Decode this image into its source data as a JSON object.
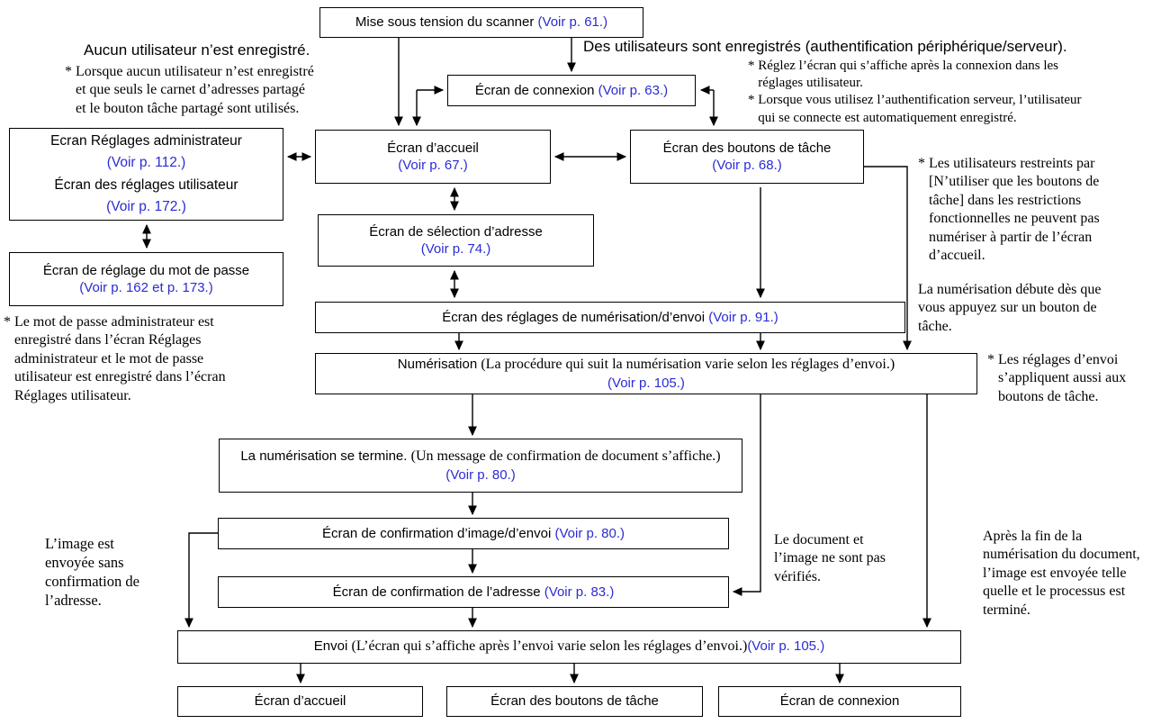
{
  "colors": {
    "ref_blue": "#2b2bd5",
    "line_black": "#000000",
    "background": "#ffffff"
  },
  "labels": {
    "no_user": "Aucun utilisateur n’est enregistré.",
    "users_registered": "Des utilisateurs sont enregistrés (authentification périphérique/serveur)."
  },
  "notes": {
    "no_user": [
      "* Lorsque aucun utilisateur n’est enregistré",
      "   et que seuls le carnet d’adresses partagé",
      "   et le bouton tâche partagé sont utilisés."
    ],
    "users_registered": [
      "* Réglez l’écran qui s’affiche après la connexion dans les",
      "   réglages utilisateur.",
      "* Lorsque vous utilisez l’authentification serveur, l’utilisateur",
      "   qui se connecte est automatiquement enregistré."
    ],
    "restricted_users": [
      "* Les utilisateurs restreints par",
      "   [N’utiliser que les boutons de",
      "   tâche] dans les restrictions",
      "   fonctionnelles ne peuvent pas",
      "   numériser à partir de l’écran",
      "   d’accueil."
    ],
    "scan_starts": [
      "La numérisation débute dès que",
      "vous appuyez sur un bouton de",
      "tâche."
    ],
    "send_settings": [
      "* Les réglages d’envoi",
      "   s’appliquent aussi aux",
      "   boutons de tâche."
    ],
    "password": [
      "* Le mot de passe administrateur est",
      "   enregistré dans l’écran Réglages",
      "   administrateur et le mot de passe",
      "   utilisateur est enregistré dans l’écran",
      "   Réglages utilisateur."
    ],
    "image_sent": [
      "L’image est",
      "envoyée sans",
      "confirmation de",
      "l’adresse."
    ],
    "not_checked": [
      "Le document et",
      "l’image ne sont pas",
      "vérifiés."
    ],
    "after_scan": [
      "Après la fin de la",
      "numérisation du document,",
      "l’image est envoyée telle",
      "quelle et le processus est",
      "terminé."
    ]
  },
  "nodes": {
    "power": {
      "title": "Mise sous tension du scanner ",
      "ref": "(Voir p. 61.)"
    },
    "login": {
      "title": "Écran de connexion ",
      "ref": "(Voir p. 63.)"
    },
    "admin_settings": {
      "line1": "Ecran Réglages administrateur",
      "ref1": "(Voir p. 112.)",
      "line2": "Écran des réglages utilisateur",
      "ref2": "(Voir p. 172.)"
    },
    "home": {
      "title": "Écran d’accueil",
      "ref": "(Voir p. 67.)"
    },
    "job_buttons": {
      "title": "Écran des boutons de tâche",
      "ref": "(Voir p. 68.)"
    },
    "address_select": {
      "title": "Écran de sélection d’adresse",
      "ref": "(Voir p. 74.)"
    },
    "password": {
      "title": "Écran de réglage du mot de passe",
      "ref": "(Voir p. 162 et p. 173.)"
    },
    "scan_settings": {
      "title": "Écran des réglages de numérisation/d’envoi ",
      "ref": "(Voir p. 91.)"
    },
    "scanning": {
      "title": "Numérisation ",
      "detail": "(La procédure qui suit la numérisation varie selon les réglages d’envoi.)",
      "ref": "(Voir p. 105.)"
    },
    "scan_ends": {
      "title": "La numérisation se termine. ",
      "detail": "(Un message de confirmation de document s’affiche.) ",
      "ref": "(Voir p. 80.)"
    },
    "image_confirm": {
      "title": "Écran de confirmation d’image/d’envoi ",
      "ref": "(Voir p. 80.)"
    },
    "address_confirm": {
      "title": "Écran de confirmation de l’adresse ",
      "ref": "(Voir p. 83.)"
    },
    "send": {
      "title": "Envoi ",
      "detail": "(L’écran qui s’affiche après l’envoi varie selon les réglages d’envoi.)",
      "ref": "(Voir p. 105.)"
    },
    "end_home": {
      "title": "Écran d’accueil"
    },
    "end_job_buttons": {
      "title": "Écran des boutons de tâche"
    },
    "end_login": {
      "title": "Écran de connexion"
    }
  }
}
